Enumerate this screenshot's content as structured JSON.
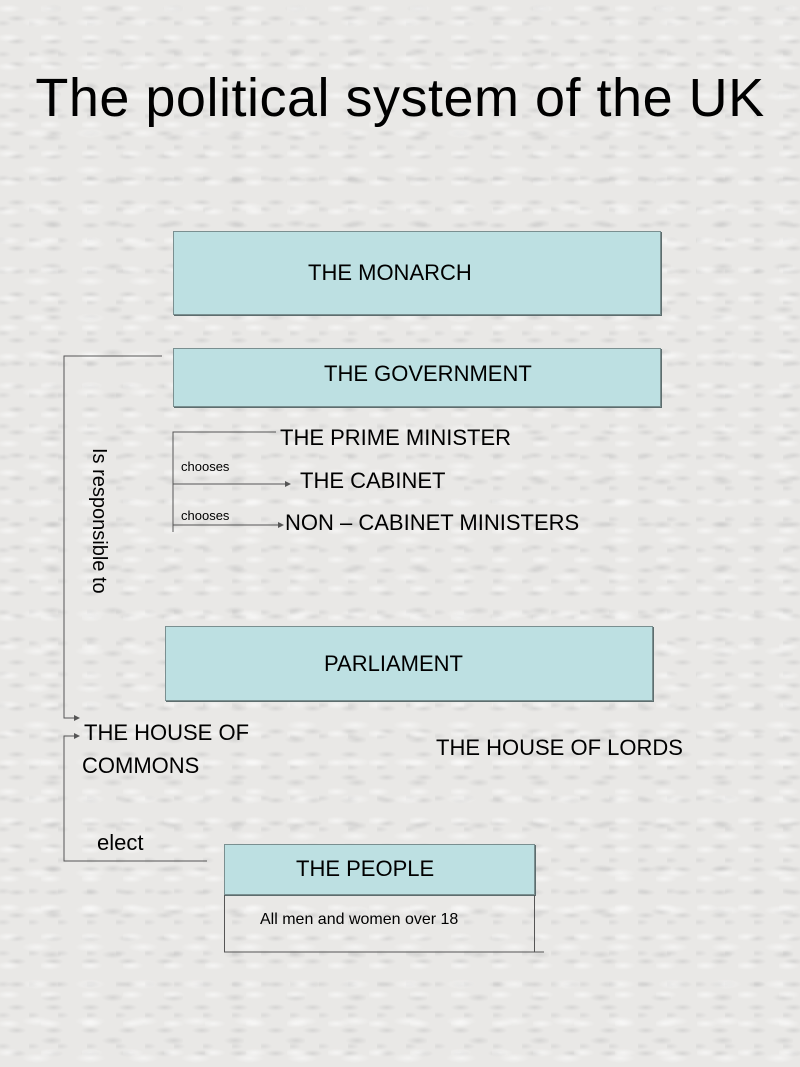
{
  "title": "The political system of the UK",
  "nodes": {
    "monarch": "THE MONARCH",
    "government": "THE GOVERNMENT",
    "prime_minister": "THE PRIME MINISTER",
    "cabinet": "THE CABINET",
    "non_cabinet": "NON – CABINET MINISTERS",
    "parliament": "PARLIAMENT",
    "commons_line1": "THE HOUSE OF",
    "commons_line2": "COMMONS",
    "lords": "THE HOUSE OF LORDS",
    "people": "THE PEOPLE",
    "people_note": "All men and women over 18"
  },
  "edges": {
    "chooses_cabinet": "chooses",
    "chooses_non_cabinet": "chooses",
    "responsible": "Is responsible to",
    "elect": "elect"
  },
  "colors": {
    "box_fill": "#bde0e2",
    "box_border": "#7a8f90",
    "line": "#555555"
  }
}
